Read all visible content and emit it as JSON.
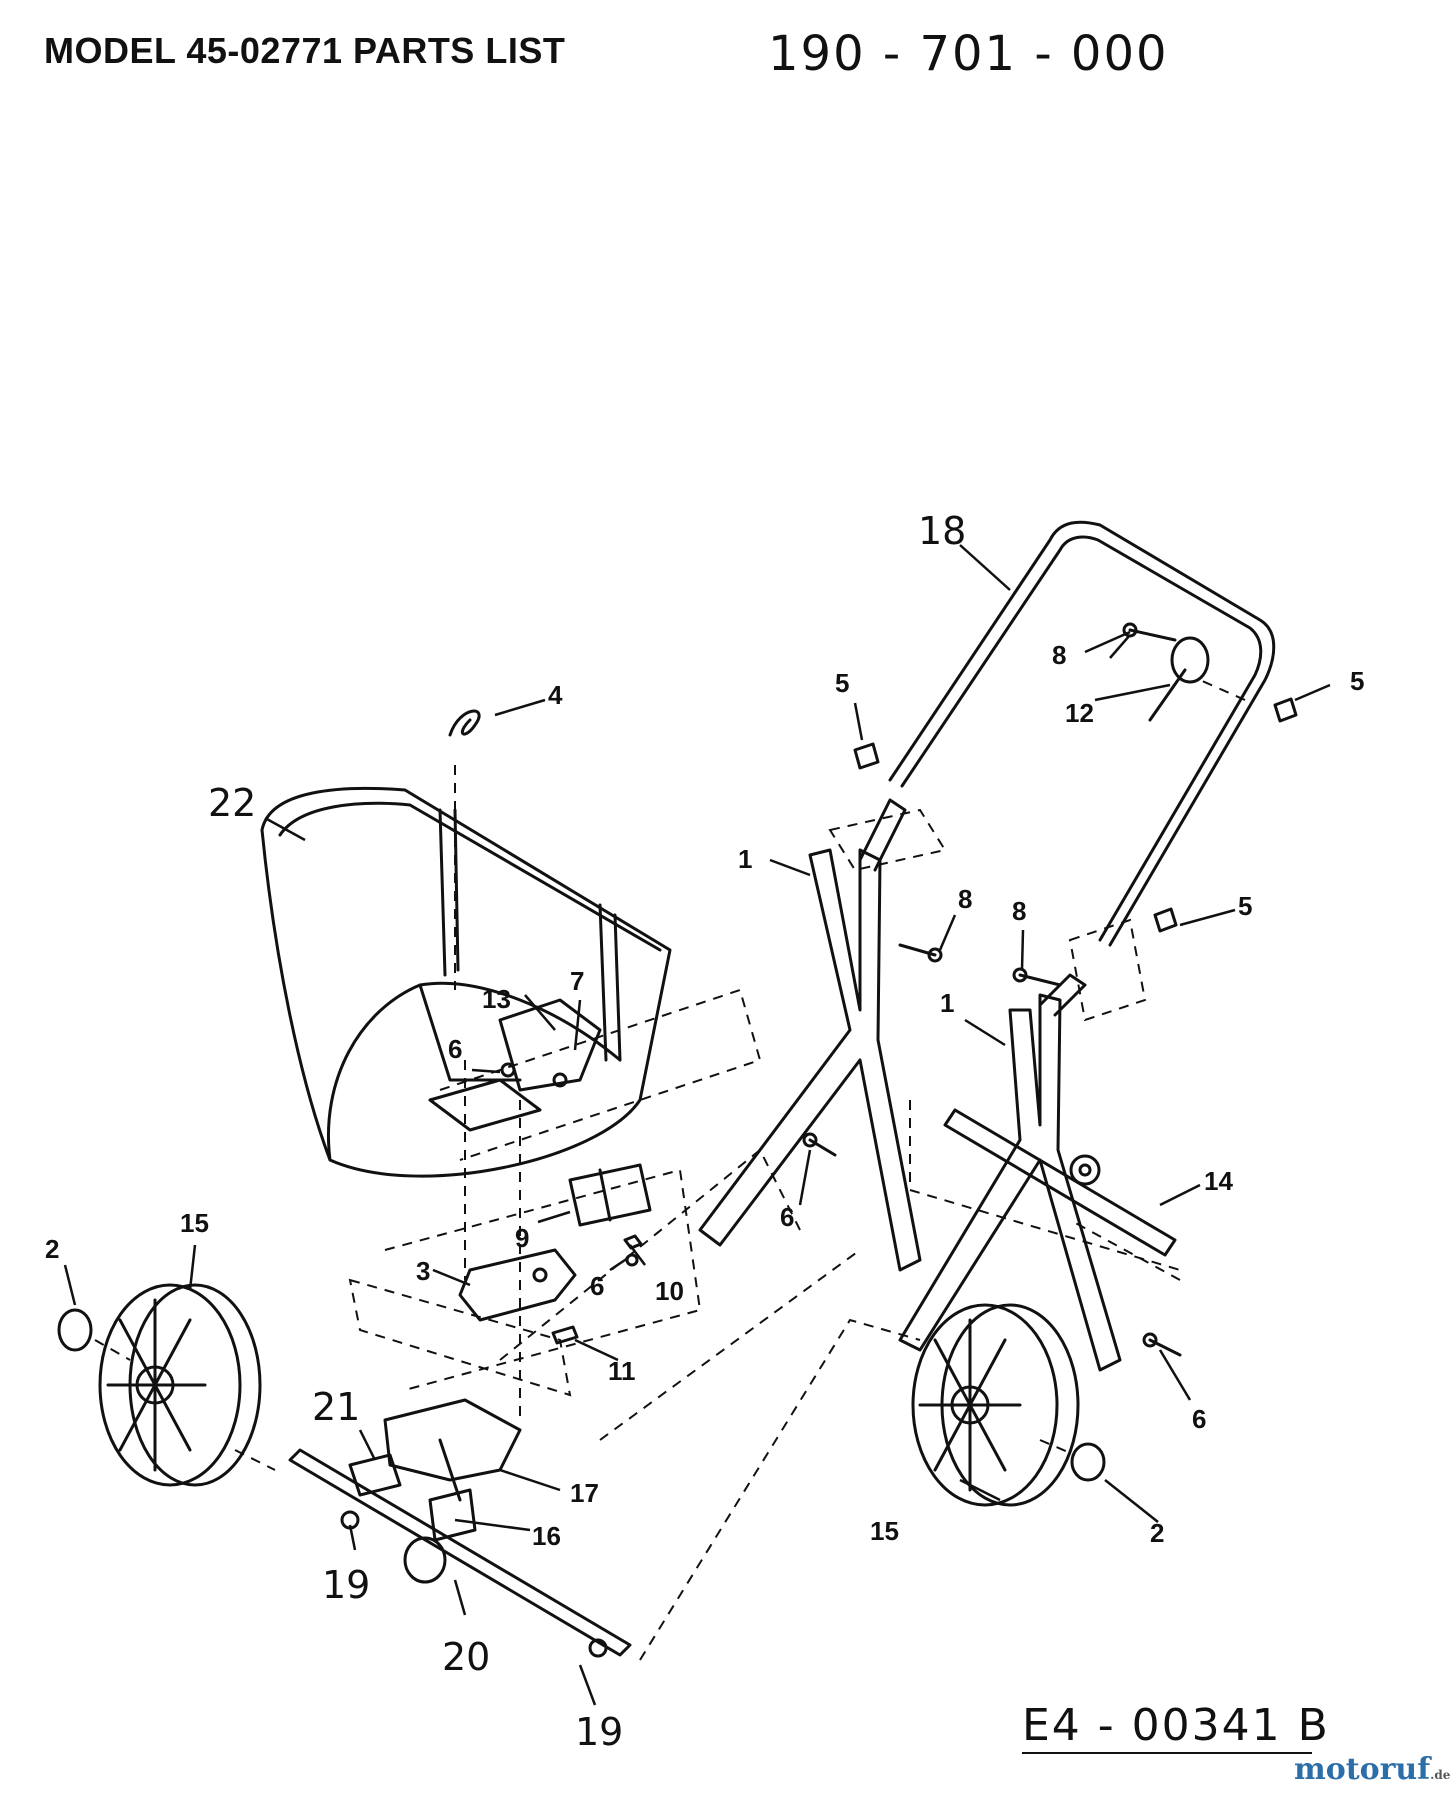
{
  "header": {
    "title": "MODEL 45-02771 PARTS LIST",
    "reference_number": "190 - 701 - 000"
  },
  "footer": {
    "drawing_number": "E4 - 00341 B",
    "watermark_main": "motoruf",
    "watermark_tld": ".de"
  },
  "callouts": {
    "c1_a": "1",
    "c1_b": "1",
    "c2_a": "2",
    "c2_b": "2",
    "c3": "3",
    "c4": "4",
    "c5_a": "5",
    "c5_b": "5",
    "c5_c": "5",
    "c6_a": "6",
    "c6_b": "6",
    "c6_c": "6",
    "c6_d": "6",
    "c7": "7",
    "c8_a": "8",
    "c8_b": "8",
    "c8_c": "8",
    "c9": "9",
    "c10": "10",
    "c11": "11",
    "c12": "12",
    "c13": "13",
    "c14": "14",
    "c15_a": "15",
    "c15_b": "15",
    "c16": "16",
    "c17": "17",
    "c18": "18",
    "c19_a": "19",
    "c19_b": "19",
    "c20": "20",
    "c21": "21",
    "c22": "22"
  }
}
